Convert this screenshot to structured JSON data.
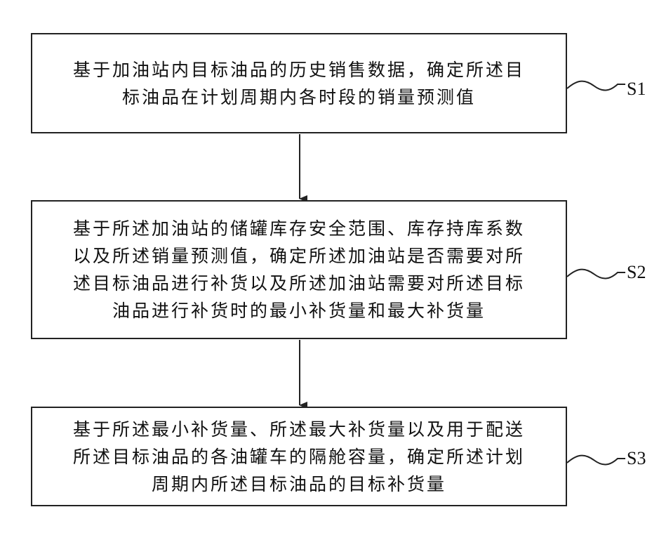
{
  "steps": [
    {
      "id": "S1",
      "lines": [
        "基于加油站内目标油品的历史销售数据，确定所述目",
        "标油品在计划周期内各时段的销量预测值"
      ]
    },
    {
      "id": "S2",
      "lines": [
        "基于所述加油站的储罐库存安全范围、库存持库系数",
        "以及所述销量预测值，确定所述加油站是否需要对所",
        "述目标油品进行补货以及所述加油站需要对所述目标",
        "油品进行补货时的最小补货量和最大补货量"
      ]
    },
    {
      "id": "S3",
      "lines": [
        "基于所述最小补货量、所述最大补货量以及用于配送",
        "所述目标油品的各油罐车的隔舱容量，确定所述计划",
        "周期内所述目标油品的目标补货量"
      ]
    }
  ]
}
